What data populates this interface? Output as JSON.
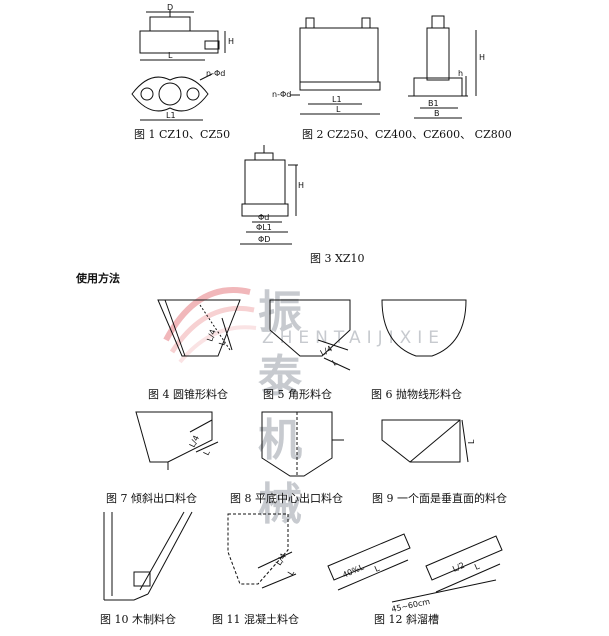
{
  "captions": {
    "fig1": "图 1 CZ10、CZ50",
    "fig2": "图 2 CZ250、CZ400、CZ600、 CZ800",
    "fig3": "图 3 XZ10",
    "fig4": "图 4 圆锥形料仓",
    "fig5": "图 5 角形料仓",
    "fig6": "图 6 抛物线形料仓",
    "fig7": "图 7 倾斜出口料仓",
    "fig8": "图 8 平底中心出口料仓",
    "fig9": "图 9 一个面是垂直面的料仓",
    "fig10": "图 10 木制料仓",
    "fig11": "图 11 混凝土料仓",
    "fig12": "图 12 斜溜槽"
  },
  "section_heading": "使用方法",
  "watermark": {
    "cn": "振泰机械",
    "en": "ZHENTAIJIXIE"
  },
  "dim_labels": {
    "D": "D",
    "H": "H",
    "L": "L",
    "L1": "L1",
    "nd": "n-Φd",
    "B": "B",
    "B1": "B1",
    "h": "h",
    "phi_d": "Φd",
    "phi_l1": "ΦL1",
    "phi_D": "ΦD",
    "L4": "L/4",
    "L2": "L/2",
    "pct": "40%L",
    "range": "45~60cm"
  },
  "colors": {
    "line": "#111111",
    "logo_red": "#d9434a"
  }
}
